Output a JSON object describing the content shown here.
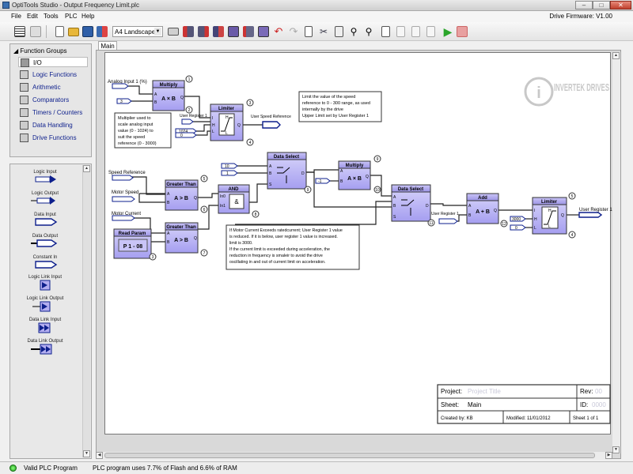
{
  "window": {
    "title": "OptiTools Studio - Output Frequency Limit.plc",
    "minimize": "–",
    "maximize": "□",
    "close": "✕"
  },
  "menu": [
    "File",
    "Edit",
    "Tools",
    "PLC",
    "Help"
  ],
  "firmware": "Drive Firmware: V1.00",
  "toolbar": {
    "page_layout": "A4 Landscape",
    "icons": [
      "list-view-icon",
      "sheet-view-icon",
      "new-file-icon",
      "open-folder-icon",
      "save-icon",
      "properties-icon",
      "print-icon",
      "upload-icon",
      "download-icon",
      "compare-icon",
      "monitor-icon",
      "function-block-icon",
      "undo-icon",
      "redo-icon",
      "copy-icon",
      "cut-icon",
      "paste-icon",
      "zoom-in-icon",
      "zoom-out-icon",
      "insert-icon",
      "delete-icon",
      "import-icon",
      "export-icon",
      "run-icon",
      "stop-icon"
    ]
  },
  "function_groups": {
    "header": "Function Groups",
    "items": [
      "I/O",
      "Logic Functions",
      "Arithmetic",
      "Comparators",
      "Timers / Counters",
      "Data Handling",
      "Drive Functions"
    ],
    "selected": "I/O"
  },
  "library": {
    "items": [
      "Logic Input",
      "Logic Output",
      "Data Input",
      "Data Output",
      "Constant In",
      "Logic Link Input",
      "Logic Link Output",
      "Data Link Input",
      "Data Link Output"
    ]
  },
  "tab": "Main",
  "logo": "INVERTEK DRIVES",
  "diagram": {
    "inputs": {
      "analog": "Analog Input 1 (%)",
      "speed_ref": "Speed Reference",
      "motor_speed": "Motor Speed",
      "motor_current": "Motor Current"
    },
    "blocks": {
      "multiply": "Multiply",
      "mul_op": "A × B",
      "limiter": "Limiter",
      "greater_than": "Greater Than",
      "gt_op": "A > B",
      "and": "AND",
      "and_op": "&",
      "data_select": "Data Select",
      "add": "Add",
      "add_op": "A + B",
      "read_param": "Read Param",
      "param": "P 1 - 08"
    },
    "numbers": [
      "1",
      "2",
      "3",
      "4",
      "5",
      "6",
      "7",
      "8",
      "9",
      "10",
      "11",
      "12"
    ],
    "constants": {
      "mul1_b": "3",
      "lim1_h": "1024",
      "lim1_l": "0",
      "sel1_a": "10",
      "sel1_b": "1",
      "mul2_b": "-1",
      "lim2_h": "3000",
      "lim2_l": "0"
    },
    "pins": {
      "A": "A",
      "B": "B",
      "Q": "Q",
      "I": "I",
      "H": "H",
      "L": "L",
      "D": "D",
      "In0": "In0",
      "In1": "In1",
      "S": "S"
    },
    "outputs": {
      "user_register_1": "User Register 1",
      "user_speed_reference": "User Speed Reference"
    },
    "comments": {
      "c1": [
        "Multiplier used to",
        "scale analog input",
        "value (0 - 1024) to",
        "suit the speed",
        "reference (0 - 3000)"
      ],
      "c2": [
        "Limit the value of the speed",
        "reference to 0 - 300 range, as used",
        "internally by the drive",
        "Upper Limit set by User Register 1"
      ],
      "c3": [
        "If Motor Current Exceeds ratedcurrent; User Register 1 value",
        "is reduced. If it is below, user register 1 value is increased.",
        "limit is 3000.",
        "If the current limit is exceeded during acceleration, the",
        "reduction in frequency is smaleir to avoid the drive",
        "oscillating in and out of current limit on acceleration."
      ]
    }
  },
  "title_block": {
    "project_label": "Project:",
    "project_value": "Project Title",
    "rev_label": "Rev:",
    "rev_value": "00",
    "sheet_label": "Sheet:",
    "sheet_value": "Main",
    "id_label": "ID:",
    "id_value": "0000",
    "created": "Created by: KB",
    "modified": "Modified: 11/01/2012",
    "sheet_of": "Sheet 1 of 1"
  },
  "status": {
    "valid": "Valid PLC Program",
    "usage": "PLC program uses 7.7% of Flash and 6.6% of RAM"
  },
  "colors": {
    "block_fill": "#b3aef0",
    "block_header": "#9d95e6",
    "link_blue": "#0d1f8c",
    "run_green": "#2aa52a",
    "stop_red": "#e04848"
  }
}
